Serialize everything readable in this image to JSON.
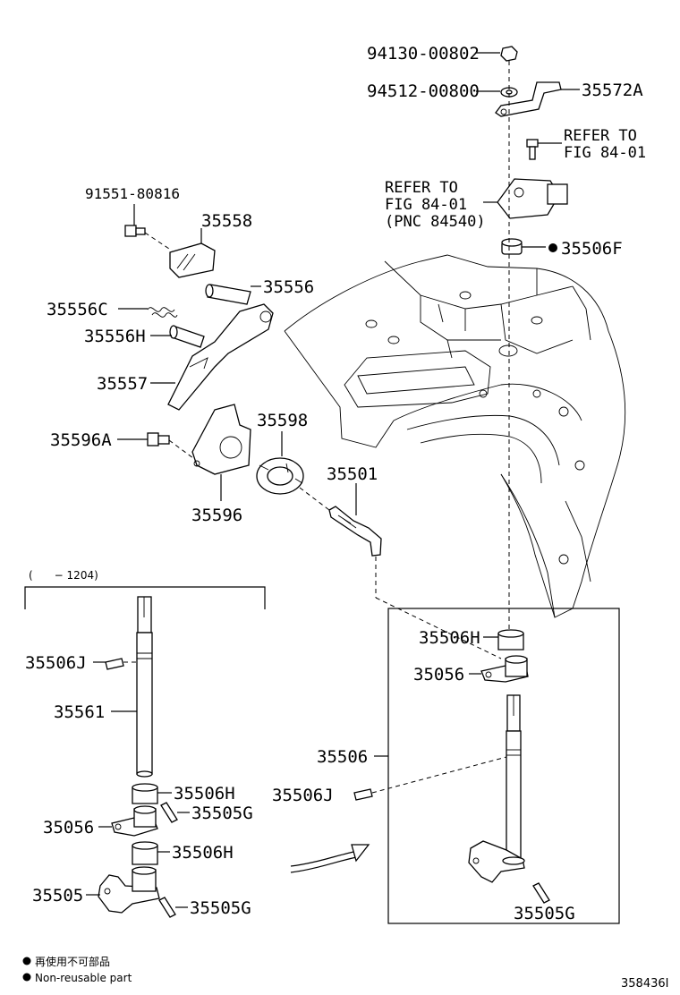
{
  "labels": {
    "p94130": "94130-00802",
    "p94512": "94512-00800",
    "p35572A": "35572A",
    "refer1_l1": "REFER TO",
    "refer1_l2": "FIG 84-01",
    "refer2_l1": "REFER TO",
    "refer2_l2": "FIG 84-01",
    "refer2_l3": "(PNC 84540)",
    "p35506F": "35506F",
    "p91551": "91551-80816",
    "p35558": "35558",
    "p35556": "35556",
    "p35556C": "35556C",
    "p35556H": "35556H",
    "p35557": "35557",
    "p35598": "35598",
    "p35596A": "35596A",
    "p35501": "35501",
    "p35596": "35596",
    "range": "(　　− 1204)",
    "p35506J_left": "35506J",
    "p35561": "35561",
    "p35506H_left1": "35506H",
    "p35505G_left1": "35505G",
    "p35056_left": "35056",
    "p35506H_left2": "35506H",
    "p35505": "35505",
    "p35505G_left2": "35505G",
    "p35506H_right": "35506H",
    "p35056_right": "35056",
    "p35506": "35506",
    "p35506J_right": "35506J",
    "p35505G_right": "35505G"
  },
  "legend": {
    "japanese": "再使用不可部品",
    "english": "Non-reusable part"
  },
  "figure_id": "358436I"
}
